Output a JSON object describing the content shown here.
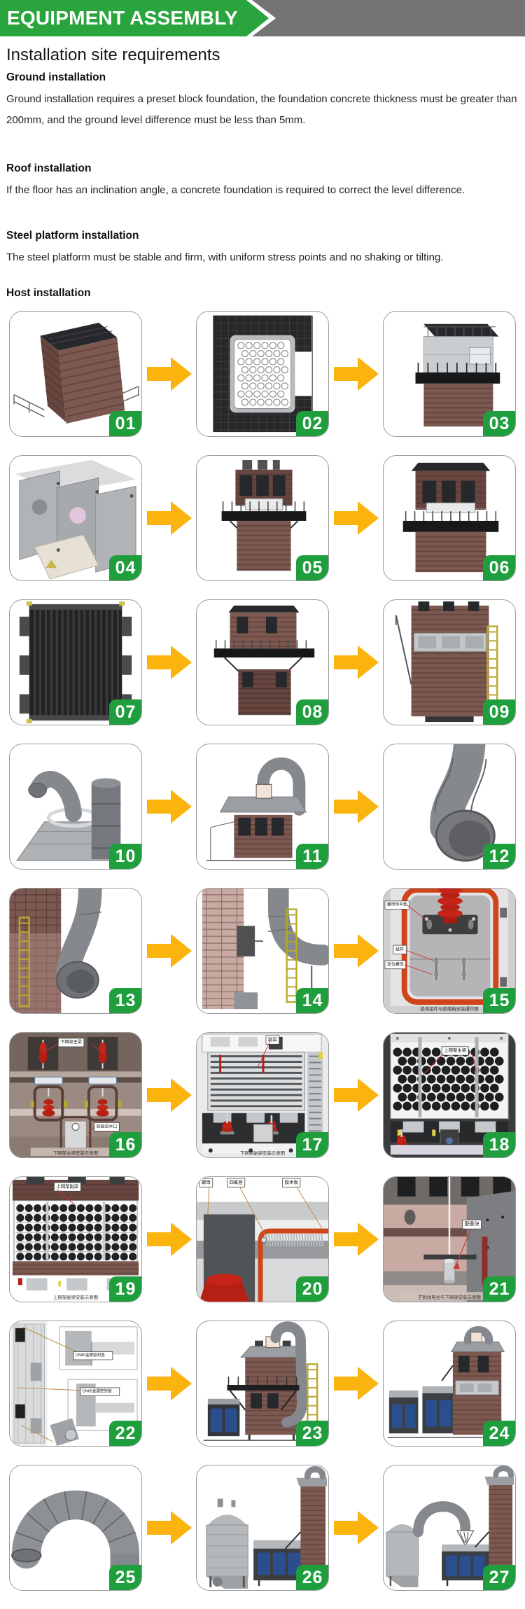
{
  "banner": {
    "title": "EQUIPMENT ASSEMBLY"
  },
  "page_title": "Installation site requirements",
  "sections": [
    {
      "heading": "Ground installation",
      "body": "Ground installation requires a preset block foundation, the foundation concrete thickness must be greater than 200mm, and the ground level difference must be less than 5mm."
    },
    {
      "heading": "Roof installation",
      "body": "If the floor has an inclination angle, a concrete foundation is required to correct the level difference."
    },
    {
      "heading": "Steel platform installation",
      "body": "The steel platform must be stable and firm, with uniform stress points and no shaking or tilting."
    },
    {
      "heading": "Host installation",
      "body": ""
    }
  ],
  "colors": {
    "banner_green": "#2aa43d",
    "banner_gray": "#747474",
    "badge_green": "#1e9e3c",
    "arrow_yellow": "#FBB30E"
  },
  "figures": [
    {
      "num": "01"
    },
    {
      "num": "02"
    },
    {
      "num": "03"
    },
    {
      "num": "04"
    },
    {
      "num": "05"
    },
    {
      "num": "06"
    },
    {
      "num": "07"
    },
    {
      "num": "08"
    },
    {
      "num": "09"
    },
    {
      "num": "10"
    },
    {
      "num": "11"
    },
    {
      "num": "12"
    },
    {
      "num": "13"
    },
    {
      "num": "14"
    },
    {
      "num": "15",
      "labels": [
        "螺母带平垫",
        "丝杆",
        "定位螺母"
      ],
      "caption": "绝缘组件与绝缘箱安装爆炸图"
    },
    {
      "num": "16",
      "labels": [
        "下网架主梁",
        "底座进水口"
      ],
      "caption": "下网架主梁安装示意图"
    },
    {
      "num": "17",
      "labels": [
        "副梁"
      ],
      "caption": "下网架副梁安装示意图"
    },
    {
      "num": "18",
      "labels": [
        "上网架主梁"
      ]
    },
    {
      "num": "19",
      "labels": [
        "上网架副梁"
      ],
      "caption": "上网架副梁安装示意图"
    },
    {
      "num": "20",
      "labels": [
        "螺母",
        "四氟管",
        "胶木板"
      ]
    },
    {
      "num": "21",
      "labels": [
        "配重块"
      ],
      "caption": "芒刺线电丝与下网架安装示意图"
    },
    {
      "num": "22",
      "labels": [
        "DN80金属密封垫",
        "DN65金属密封垫"
      ]
    },
    {
      "num": "23"
    },
    {
      "num": "24"
    },
    {
      "num": "25"
    },
    {
      "num": "26"
    },
    {
      "num": "27"
    }
  ]
}
